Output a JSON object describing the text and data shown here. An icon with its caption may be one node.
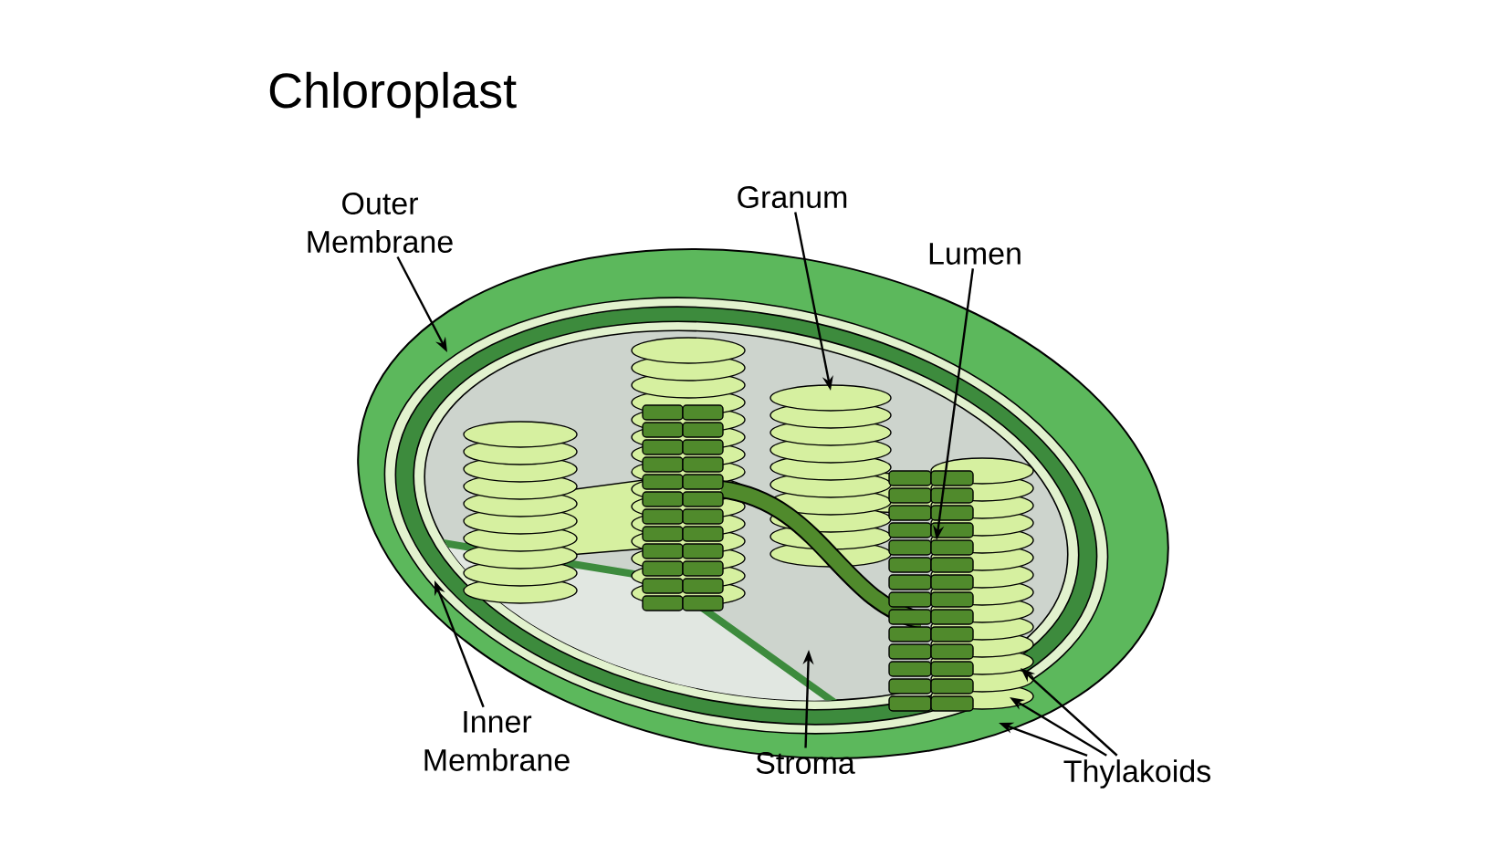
{
  "diagram": {
    "title": "Chloroplast",
    "nodes": [
      {
        "text": [
          "Outer Membrane"
        ]
      },
      {
        "text": [
          "Granum"
        ]
      },
      {
        "text": [
          "Lumen"
        ]
      },
      {
        "text": [
          "Inner Membrane"
        ]
      },
      {
        "text": [
          "Stroma"
        ]
      },
      {
        "text": [
          "Thylakoids"
        ]
      }
    ],
    "edges": [
      {
        "from": 0,
        "to": null,
        "arrow": "to"
      },
      {
        "from": 1,
        "to": null,
        "arrow": "to"
      },
      {
        "from": 2,
        "to": null,
        "arrow": "to"
      },
      {
        "from": 3,
        "to": null,
        "arrow": "to"
      },
      {
        "from": 4,
        "to": null,
        "arrow": "to"
      },
      {
        "from": 5,
        "to": null,
        "arrow": "to"
      },
      {
        "from": 5,
        "to": null,
        "arrow": "to"
      },
      {
        "from": 5,
        "to": null,
        "arrow": "to"
      }
    ]
  }
}
